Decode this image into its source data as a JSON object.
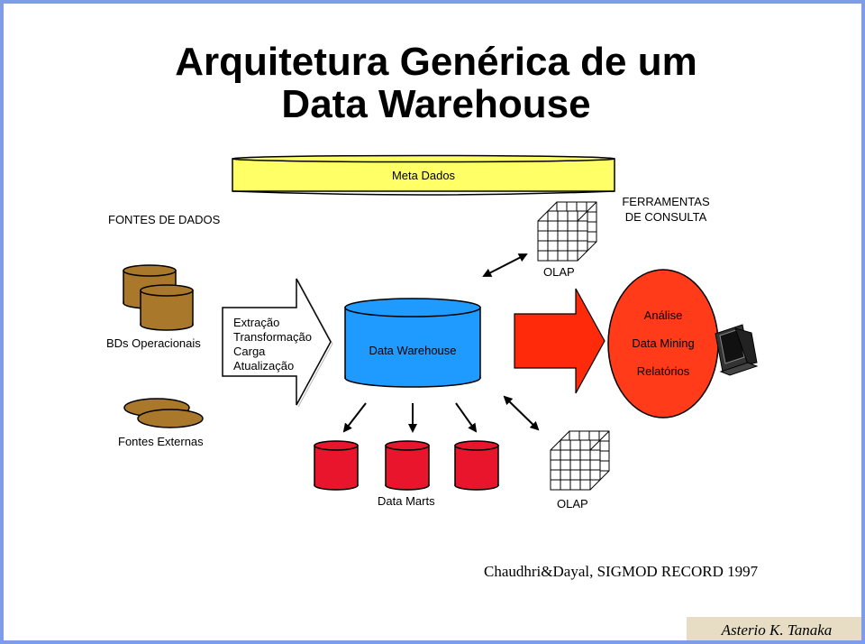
{
  "title": {
    "line1": "Arquitetura  Genérica de um",
    "line2": "Data Warehouse"
  },
  "meta_dados": "Meta Dados",
  "fontes_de_dados": "FONTES DE DADOS",
  "ferramentas_consulta": {
    "line1": "FERRAMENTAS",
    "line2": "DE CONSULTA"
  },
  "olap_top": "OLAP",
  "bds_operacionais": "BDs Operacionais",
  "etl_steps": [
    "Extração",
    "Transformação",
    "Carga",
    "Atualização"
  ],
  "data_warehouse": "Data Warehouse",
  "analise_items": [
    "Análise",
    "Data Mining",
    "Relatórios"
  ],
  "fontes_externas": "Fontes Externas",
  "data_marts": "Data Marts",
  "olap_bottom": "OLAP",
  "citation": "Chaudhri&Dayal, SIGMOD RECORD 1997",
  "author": "Asterio K. Tanaka",
  "colors": {
    "border": "#7f9ce8",
    "meta_band": "#ffff66",
    "source_db": "#a9782a",
    "warehouse": "#1f9bff",
    "data_mart": "#e8152c",
    "analysis": "#ff3b1a",
    "arrow_red": "#ff2a0a"
  }
}
